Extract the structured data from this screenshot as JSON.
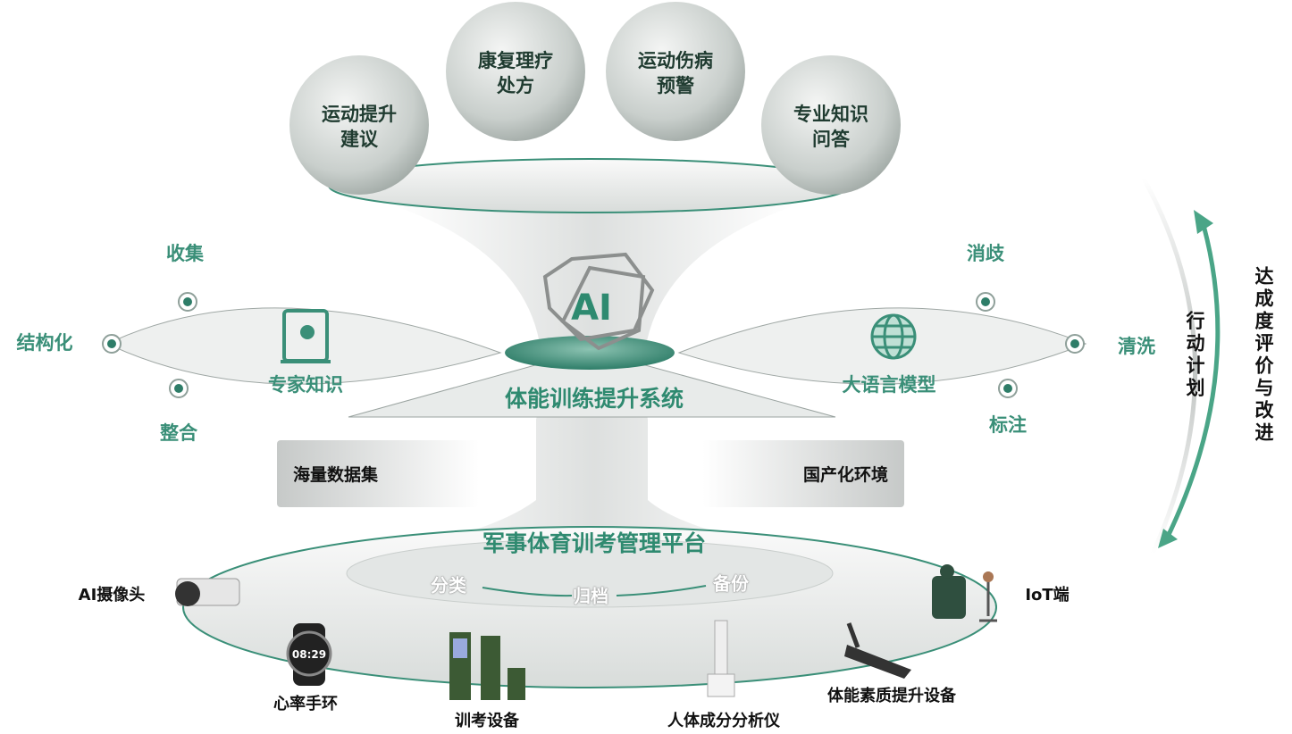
{
  "top_bubbles": [
    {
      "line1": "运动提升",
      "line2": "建议"
    },
    {
      "line1": "康复理疗",
      "line2": "处方"
    },
    {
      "line1": "运动伤病",
      "line2": "预警"
    },
    {
      "line1": "专业知识",
      "line2": "问答"
    }
  ],
  "center": {
    "logo_text": "AI",
    "title": "体能训练提升系统"
  },
  "left_lens": {
    "label": "专家知识",
    "icon": "book-network-icon",
    "points": [
      "收集",
      "结构化",
      "整合"
    ]
  },
  "right_lens": {
    "label": "大语言模型",
    "icon": "globe-icon",
    "points": [
      "消歧",
      "清洗",
      "标注"
    ]
  },
  "boxes": {
    "left": "海量数据集",
    "right": "国产化环境"
  },
  "platform": {
    "title": "军事体育训考管理平台",
    "steps": [
      "分类",
      "归档",
      "备份"
    ]
  },
  "devices": [
    "AI摄像头",
    "心率手环",
    "训考设备",
    "人体成分分析仪",
    "体能素质提升设备",
    "IoT端"
  ],
  "watch_time": "08:29",
  "cycle": {
    "inner": "行动计划",
    "outer": "达成度评价与改进"
  },
  "colors": {
    "accent": "#3a8f78"
  }
}
